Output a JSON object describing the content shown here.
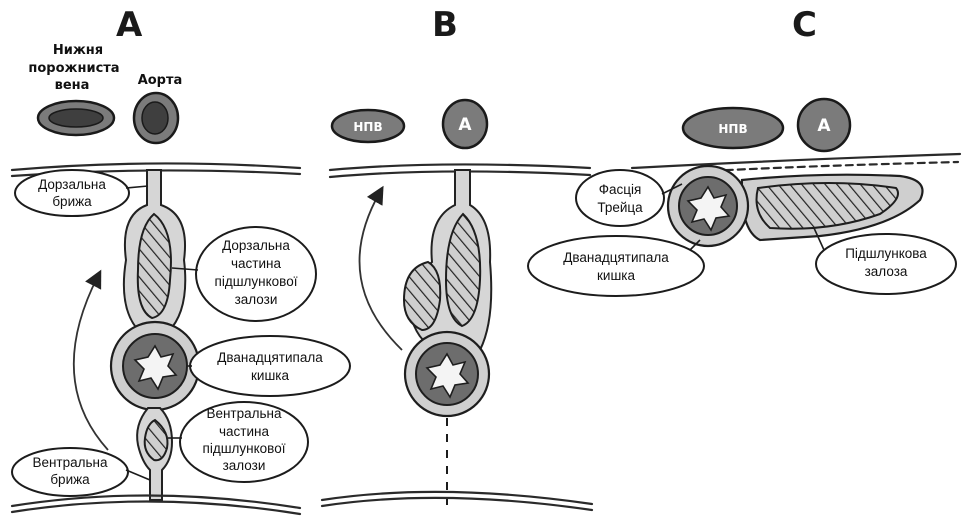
{
  "panels": {
    "a": {
      "letter": "A",
      "ivc_label": "Нижня порожниста вена",
      "ivc_lines": [
        "Нижня",
        "порожниста",
        "вена"
      ],
      "aorta_label": "Аорта",
      "dorsal_mesentery": [
        "Дорзальна",
        "брижа"
      ],
      "dorsal_pancreas": [
        "Дорзальна",
        "частина",
        "підшлункової",
        "залози"
      ],
      "duodenum": [
        "Дванадцятипала",
        "кишка"
      ],
      "ventral_pancreas": [
        "Вентральна",
        "частина",
        "підшлункової",
        "залози"
      ],
      "ventral_mesentery": [
        "Вентральна",
        "брижа"
      ]
    },
    "b": {
      "letter": "B",
      "ivc_abbr": "НПВ",
      "aorta_abbr": "А"
    },
    "c": {
      "letter": "C",
      "ivc_abbr": "НПВ",
      "aorta_abbr": "А",
      "treitz_fascia": [
        "Фасція",
        "Трейца"
      ],
      "duodenum": [
        "Дванадцятипала",
        "кишка"
      ],
      "pancreas": [
        "Підшлункова",
        "залоза"
      ]
    }
  },
  "icons": {
    "rotation_arrow": "curved-arrow-icon",
    "lumen": "star-lumen-icon"
  },
  "colors": {
    "ink": "#1c1c1c",
    "wall": "#cfcfcf",
    "vessel": "#7b7b7b",
    "background": "#ffffff"
  }
}
